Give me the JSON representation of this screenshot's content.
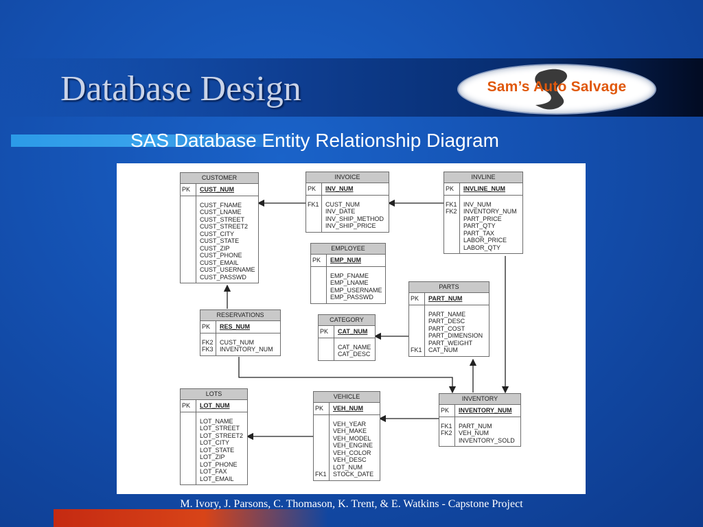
{
  "slide": {
    "title": "Database Design",
    "subtitle": "SAS Database Entity Relationship Diagram",
    "footer": "M. Ivory, J. Parsons, C. Thomason, K. Trent, & E. Watkins - Capstone Project",
    "logo_text": "Sam’s Auto Salvage"
  },
  "colors": {
    "background": "#1450b0",
    "title": "#c9d3e8",
    "accent_bar": "#3aa3ec",
    "footer_bar": "#d84418",
    "logo_text": "#e0580c"
  },
  "entities": {
    "customer": {
      "name": "CUSTOMER",
      "pk_label": "PK",
      "pk": "CUST_NUM",
      "keys": [],
      "attributes": [
        "CUST_FNAME",
        "CUST_LNAME",
        "CUST_STREET",
        "CUST_STREET2",
        "CUST_CITY",
        "CUST_STATE",
        "CUST_ZIP",
        "CUST_PHONE",
        "CUST_EMAIL",
        "CUST_USERNAME",
        "CUST_PASSWD"
      ]
    },
    "invoice": {
      "name": "INVOICE",
      "pk_label": "PK",
      "pk": "INV_NUM",
      "keys": [
        "FK1"
      ],
      "attributes": [
        "CUST_NUM",
        "INV_DATE",
        "INV_SHIP_METHOD",
        "INV_SHIP_PRICE"
      ]
    },
    "invline": {
      "name": "INVLINE",
      "pk_label": "PK",
      "pk": "INVLINE_NUM",
      "keys": [
        "FK1",
        "FK2"
      ],
      "attributes": [
        "INV_NUM",
        "INVENTORY_NUM",
        "PART_PRICE",
        "PART_QTY",
        "PART_TAX",
        "LABOR_PRICE",
        "LABOR_QTY"
      ]
    },
    "employee": {
      "name": "EMPLOYEE",
      "pk_label": "PK",
      "pk": "EMP_NUM",
      "keys": [],
      "attributes": [
        "EMP_FNAME",
        "EMP_LNAME",
        "EMP_USERNAME",
        "EMP_PASSWD"
      ]
    },
    "parts": {
      "name": "PARTS",
      "pk_label": "PK",
      "pk": "PART_NUM",
      "keys": [
        "",
        "",
        "",
        "",
        "",
        "FK1"
      ],
      "attributes": [
        "PART_NAME",
        "PART_DESC",
        "PART_COST",
        "PART_DIMENSION",
        "PART_WEIGHT",
        "CAT_NUM"
      ]
    },
    "reservations": {
      "name": "RESERVATIONS",
      "pk_label": "PK",
      "pk": "RES_NUM",
      "keys": [
        "FK2",
        "FK3"
      ],
      "attributes": [
        "CUST_NUM",
        "INVENTORY_NUM"
      ]
    },
    "category": {
      "name": "CATEGORY",
      "pk_label": "PK",
      "pk": "CAT_NUM",
      "keys": [],
      "attributes": [
        "CAT_NAME",
        "CAT_DESC"
      ]
    },
    "lots": {
      "name": "LOTS",
      "pk_label": "PK",
      "pk": "LOT_NUM",
      "keys": [],
      "attributes": [
        "LOT_NAME",
        "LOT_STREET",
        "LOT_STREET2",
        "LOT_CITY",
        "LOT_STATE",
        "LOT_ZIP",
        "LOT_PHONE",
        "LOT_FAX",
        "LOT_EMAIL"
      ]
    },
    "vehicle": {
      "name": "VEHICLE",
      "pk_label": "PK",
      "pk": "VEH_NUM",
      "keys": [
        "",
        "",
        "",
        "",
        "",
        "",
        "",
        "FK1"
      ],
      "attributes": [
        "VEH_YEAR",
        "VEH_MAKE",
        "VEH_MODEL",
        "VEH_ENGINE",
        "VEH_COLOR",
        "VEH_DESC",
        "LOT_NUM",
        "STOCK_DATE"
      ]
    },
    "inventory": {
      "name": "INVENTORY",
      "pk_label": "PK",
      "pk": "INVENTORY_NUM",
      "keys": [
        "FK1",
        "FK2"
      ],
      "attributes": [
        "PART_NUM",
        "VEH_NUM",
        "INVENTORY_SOLD"
      ]
    }
  }
}
